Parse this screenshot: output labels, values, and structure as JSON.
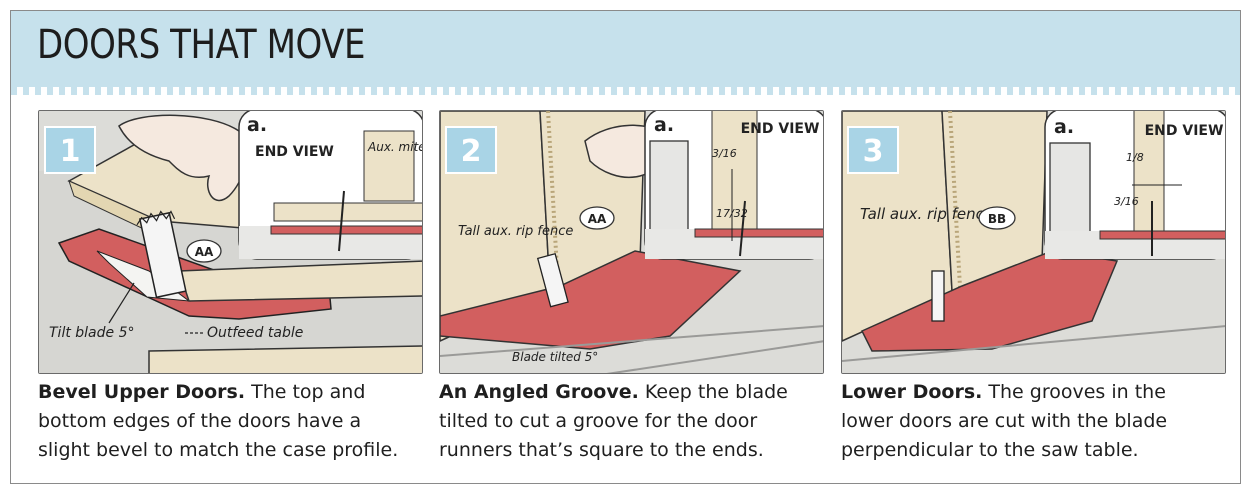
{
  "title": "DOORS THAT MOVE",
  "steps": [
    {
      "number": "1",
      "detail_letter": "a.",
      "view_label": "END VIEW",
      "labels": {
        "aux_fence": "Aux. miter fence",
        "part": "AA",
        "tilt": "Tilt blade 5°",
        "outfeed": "Outfeed table"
      },
      "caption_bold": "Bevel Upper Doors.",
      "caption_text": "The top and bottom edges of the doors have a slight bevel to match the case profile."
    },
    {
      "number": "2",
      "detail_letter": "a.",
      "view_label": "END VIEW",
      "labels": {
        "fence": "Tall aux. rip fence",
        "part": "AA",
        "blade": "Blade tilted 5°",
        "dim1": "3/16",
        "dim2": "17/32"
      },
      "caption_bold": "An Angled Groove.",
      "caption_text": "Keep the blade tilted to cut a groove for the door runners that’s square to the ends."
    },
    {
      "number": "3",
      "detail_letter": "a.",
      "view_label": "END VIEW",
      "labels": {
        "fence": "Tall aux. rip fence",
        "part": "BB",
        "dim1": "1/8",
        "dim2": "3/16"
      },
      "caption_bold": "Lower Doors.",
      "caption_text": "The grooves in the lower doors are cut with the blade perpendicular to the saw table."
    }
  ],
  "colors": {
    "header": "#c6e1ec",
    "badge": "#a9d4e6",
    "table_red": "#d25f5f",
    "wood": "#ece2c8",
    "table_gray": "#d9d9d6"
  }
}
